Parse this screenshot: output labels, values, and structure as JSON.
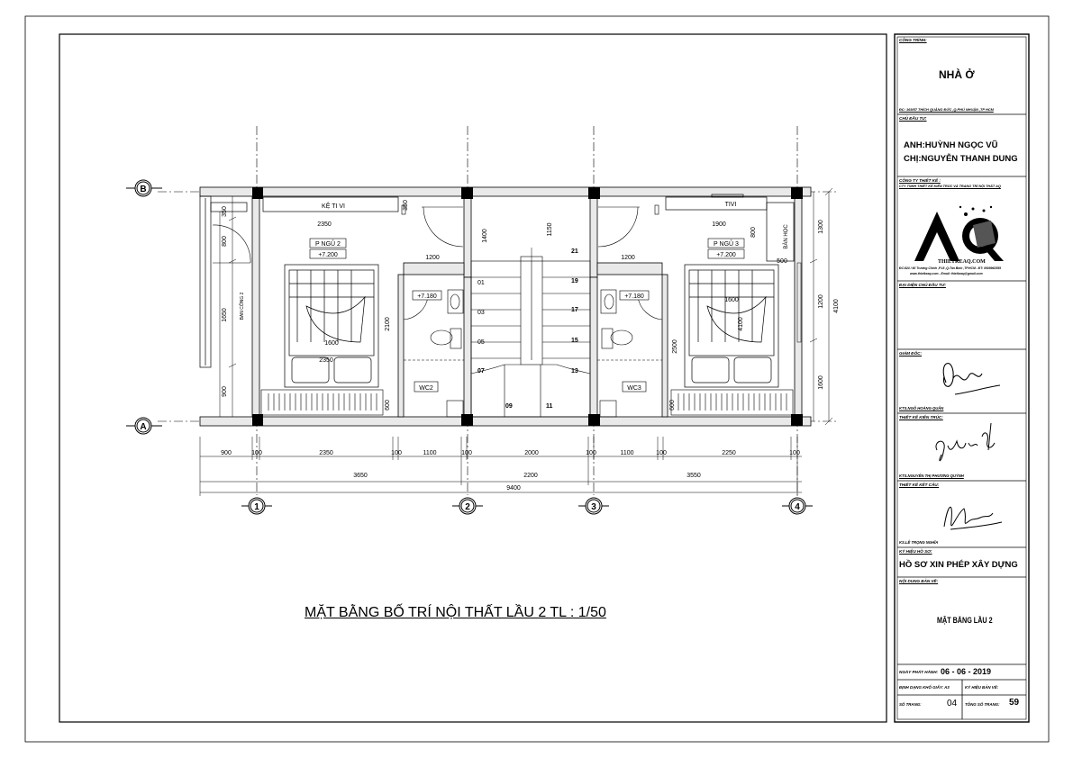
{
  "drawing": {
    "title": "MẶT BẰNG BỐ TRÍ NỘI THẤT LẦU 2 TL : 1/50",
    "axes_rows": [
      "B",
      "A"
    ],
    "axes_cols": [
      "1",
      "2",
      "3",
      "4"
    ],
    "rooms": {
      "bed2_name": "P NGỦ 2",
      "bed2_level": "+7.200",
      "bed3_name": "P NGỦ 3",
      "bed3_level": "+7.200",
      "wc2": "WC2",
      "wc3": "WC3",
      "wc2_level": "+7.180",
      "wc3_level": "+7.180",
      "tv_shelf": "KỆ TI VI",
      "tv": "TIVI",
      "desk": "BÀN HỌC",
      "balcony_table": "BAN CÔNG 2"
    },
    "stairs": [
      "01",
      "03",
      "05",
      "07",
      "09",
      "11",
      "13",
      "15",
      "17",
      "19",
      "21"
    ],
    "dims": {
      "bottom_row1": [
        "900",
        "100",
        "2350",
        "100",
        "1100",
        "100",
        "2000",
        "100",
        "1100",
        "100",
        "2250",
        "100"
      ],
      "bottom_row2": [
        "3650",
        "2200",
        "3550"
      ],
      "total": "9400",
      "right_col": [
        "1300",
        "1200",
        "1600"
      ],
      "right_total": "4100",
      "left_col": [
        "350",
        "800",
        "1650",
        "900"
      ],
      "inner": {
        "d2350a": "2350",
        "d350": "350",
        "d1400": "1400",
        "d1150": "1150",
        "d1200a": "1200",
        "d1200b": "1200",
        "d1900": "1900",
        "d800": "800",
        "d500": "500",
        "d2100": "2100",
        "d1600a": "1600",
        "d2350b": "2350",
        "d600a": "600",
        "d1600b": "1600",
        "d2500": "2500",
        "d4100": "4100",
        "d600b": "600"
      }
    }
  },
  "title_block": {
    "project_label": "CÔNG TRÌNH:",
    "project_name": "NHÀ Ở",
    "address": "ĐC: 169/57 THÍCH QUẢNG ĐỨC ,Q.PHÚ NHUẬN ,TP HCM",
    "owner_label": "CHỦ ĐẦU TƯ:",
    "owner_1": "ANH:HUỲNH NGỌC VŨ",
    "owner_2": "CHỊ:NGUYỄN THANH DUNG",
    "company_label": "CÔNG TY THIẾT KẾ :",
    "company_name": "CTY TNHH THIẾT KẾ KIẾN TRÚC VÀ TRANG TRÍ NỘI THẤT AQ",
    "logo_text": "AQ",
    "logo_url": "THIETKEAQ.COM",
    "company_address": "ĐC:824 / 60 Trường Chinh ,P.15 ,Q.Tân Bình ,TP.HCM - ĐT: 0909962555",
    "company_contact": "www.thietkeaq.com - Email: thietkeaq@gmail.com",
    "rep_label": "ĐẠI DIỆN CHỦ ĐẦU TƯ:",
    "director_label": "GIÁM ĐỐC:",
    "director_name": "KTS.NGÔ HOÀNG QUÂN",
    "arch_label": "THIẾT KẾ KIẾN TRÚC:",
    "arch_name": "KTS.NGUYỄN THỊ PHƯƠNG QUỲNH",
    "struct_label": "THIẾT KẾ KẾT CẤU:",
    "struct_name": "KS.LÊ TRỌNG NGHĨA",
    "dossier_label": "KÝ HIỆU HỒ SƠ:",
    "dossier_name": "HỒ SƠ XIN PHÉP XÂY DỰNG",
    "content_label": "NỘI DUNG BẢN VẼ:",
    "content_name": "MẶT BẰNG LẦU 2",
    "issue_label": "NGÀY PHÁT HÀNH:",
    "issue_date": "06 - 06 - 2019",
    "paper_label": "ĐỊNH DẠNG KHỔ GIẤY: A3",
    "sheet_code_label": "KÝ HIỆU BẢN VẼ:",
    "page_label": "SỐ TRANG:",
    "page_no": "04",
    "total_label": "TỔNG SỐ TRANG:",
    "total_pages": "59"
  }
}
